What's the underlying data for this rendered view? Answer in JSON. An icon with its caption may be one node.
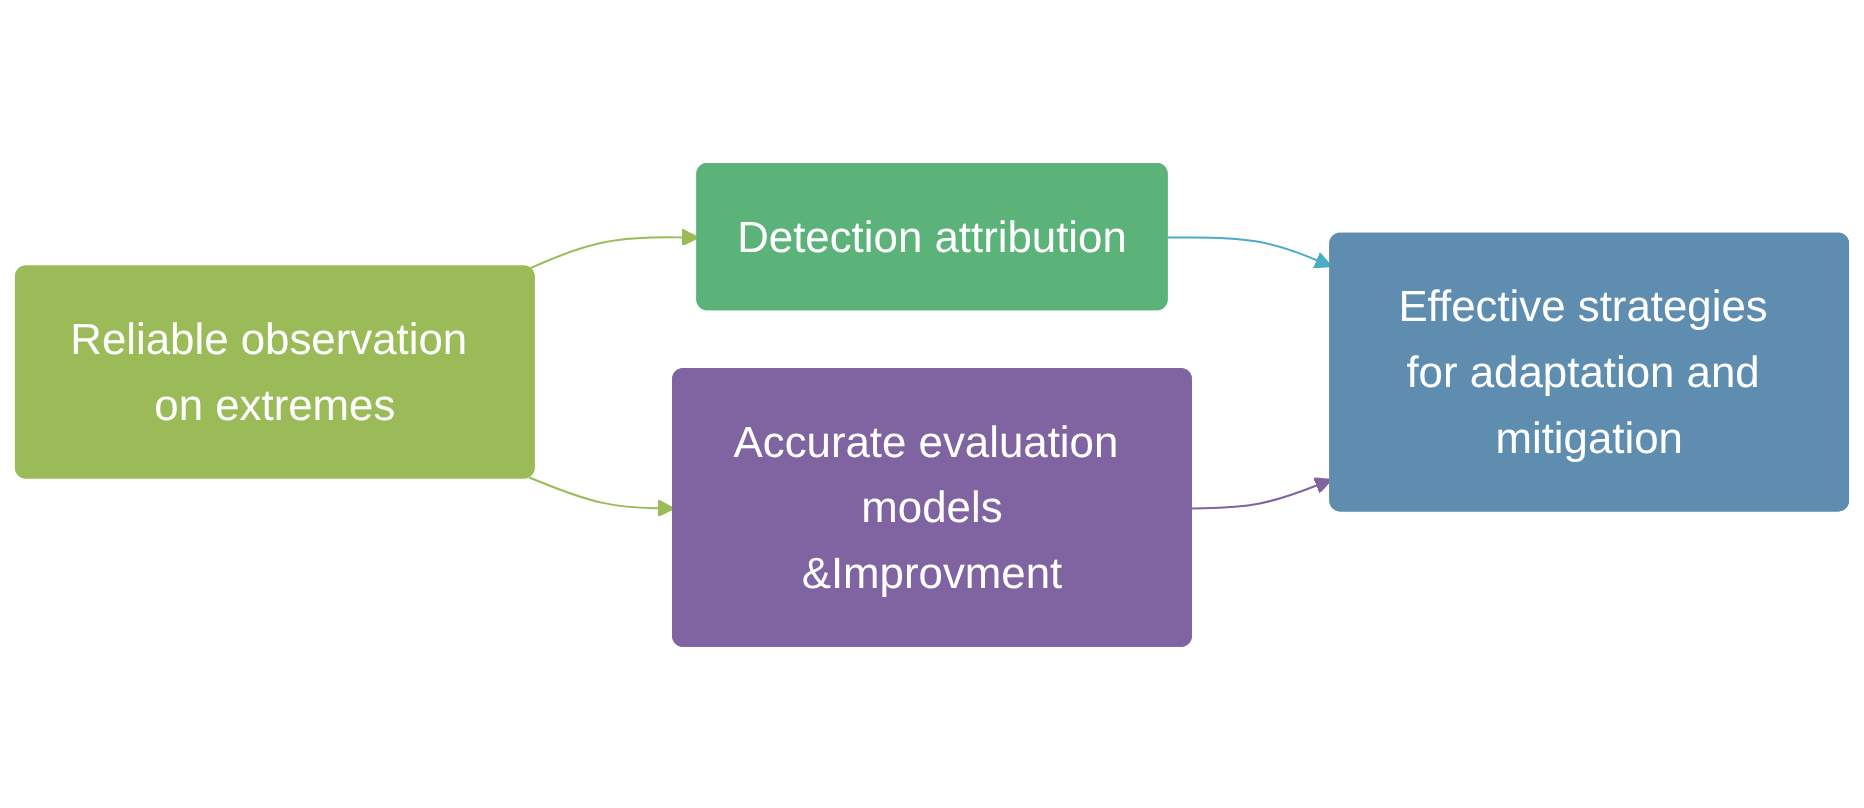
{
  "diagram": {
    "nodes": [
      {
        "text": [
          "Reliable observation on extremes"
        ]
      },
      {
        "text": [
          "Detection attribution"
        ]
      },
      {
        "text": [
          "Accurate evaluation models",
          "&Improvment"
        ]
      },
      {
        "text": [
          "Effective strategies for adaptation and mitigation"
        ]
      }
    ],
    "edges": [
      {
        "from": 0,
        "to": 1,
        "arrow": "to",
        "color": "#9bbb59"
      },
      {
        "from": 0,
        "to": 2,
        "arrow": "to",
        "color": "#9bbb59"
      },
      {
        "from": 1,
        "to": 3,
        "arrow": "to",
        "color": "#4bacc6"
      },
      {
        "from": 2,
        "to": 3,
        "arrow": "to",
        "color": "#8064a2"
      }
    ]
  }
}
